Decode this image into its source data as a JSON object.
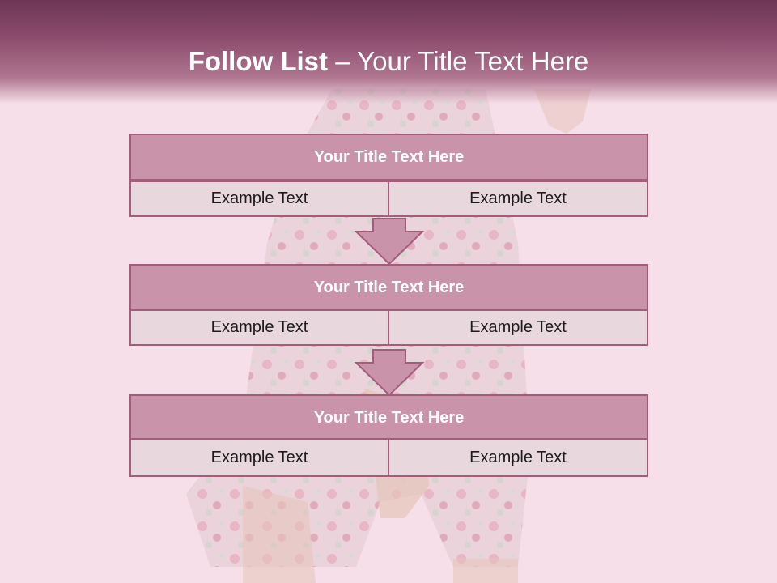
{
  "slide": {
    "title_bold": "Follow List",
    "title_rest": " – Your Title Text Here"
  },
  "steps": [
    {
      "title": "Your Title Text Here",
      "left": "Example Text",
      "right": "Example Text"
    },
    {
      "title": "Your Title Text Here",
      "left": "Example Text",
      "right": "Example Text"
    },
    {
      "title": "Your Title Text Here",
      "left": "Example Text",
      "right": "Example Text"
    }
  ],
  "colors": {
    "header": "#8a4a6c",
    "box_title": "#c993a9",
    "box_border": "#a45c7b",
    "box_cell": "#e9d7de",
    "background": "#f5dde6"
  }
}
